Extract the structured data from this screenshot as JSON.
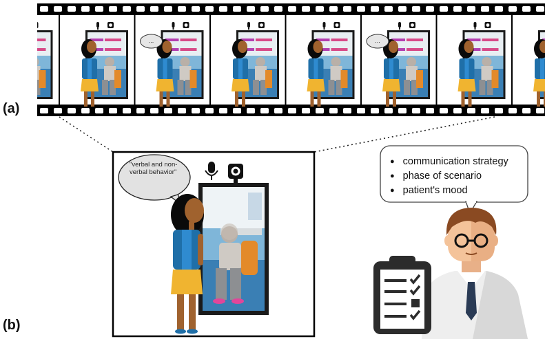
{
  "panel_labels": {
    "a": "(a)",
    "b": "(b)"
  },
  "film_strip": {
    "frame_count": 8,
    "frames_with_speech": [
      1,
      4
    ],
    "speech_ellipsis": "..."
  },
  "detail": {
    "speech_bubble_text": "\"verbal and non-verbal behavior\""
  },
  "observer": {
    "bullets": [
      "communication strategy",
      "phase of scenario",
      "patient's mood"
    ]
  },
  "icons": {
    "microphone": "microphone-icon",
    "camera": "camera-icon",
    "clipboard": "clipboard-icon"
  },
  "colors": {
    "film": "#000000",
    "robot_blue": "#1f6fa8",
    "dress_yellow": "#f0b430",
    "skin": "#a0622e",
    "hair": "#0a0a0a",
    "room_blue": "#3a7fb4",
    "chair_orange": "#e38a2a",
    "doctor_skin": "#f4c39a",
    "doctor_hair": "#8a4a22",
    "tie": "#2a3b55"
  }
}
